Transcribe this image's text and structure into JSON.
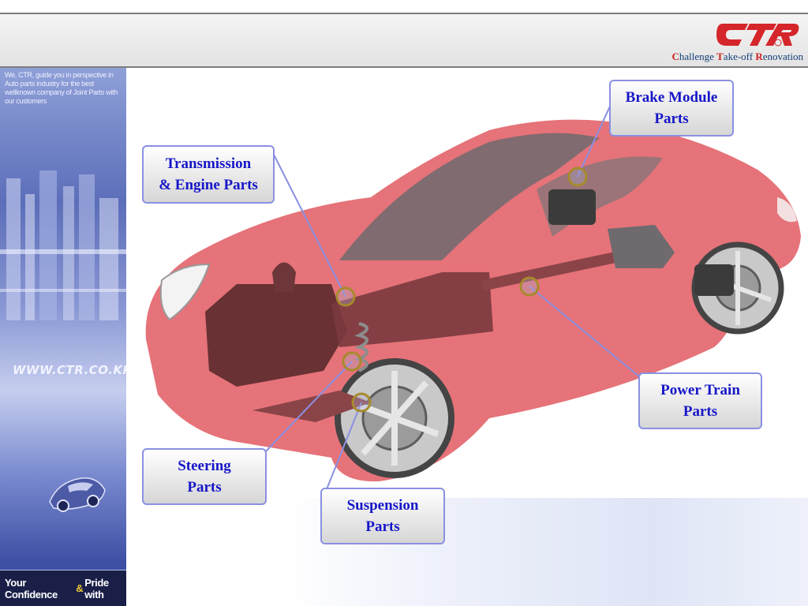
{
  "header": {
    "logo_text": "CTR",
    "tagline": {
      "c": "C",
      "hallenge": "hallenge ",
      "t": "T",
      "akeoff": "ake-off ",
      "r": "R",
      "enovation": "enovation"
    }
  },
  "sidebar": {
    "intro": "We, CTR, guide you in perspective in Auto parts industry for the best wellknown company of Joint Parts with our customers",
    "url": "WWW.CTR.CO.KR",
    "footer": {
      "part1": "Your Confidence",
      "amp": "&",
      "part2": "Pride with"
    }
  },
  "callouts": {
    "brake": "Brake Module\nParts",
    "transmission": "Transmission\n& Engine Parts",
    "power_train": "Power Train\nParts",
    "steering": "Steering\nParts",
    "suspension": "Suspension\nParts"
  },
  "colors": {
    "brand_red": "#cc1f22",
    "callout_text": "#1616c8",
    "callout_border": "#8a90e2",
    "car_red": "#e04a52"
  },
  "icons": {
    "logo": "ctr-logo-icon",
    "car": "car-illustration-icon",
    "sidebar_car": "small-car-icon"
  }
}
